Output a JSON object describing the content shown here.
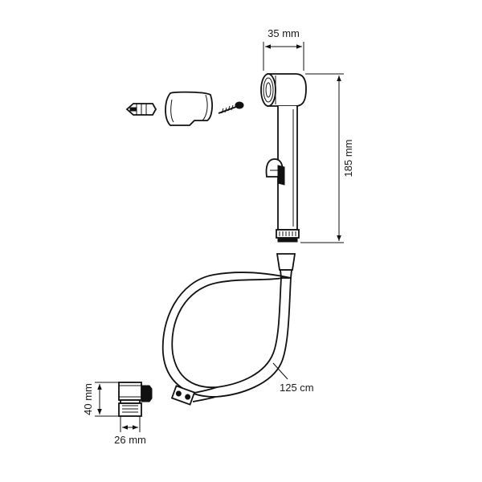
{
  "dimensions": {
    "head_width": "35 mm",
    "handset_length": "185 mm",
    "hose_length": "125 cm",
    "valve_height": "40 mm",
    "valve_width": "26 mm"
  },
  "colors": {
    "line": "#111111",
    "background": "#ffffff"
  }
}
